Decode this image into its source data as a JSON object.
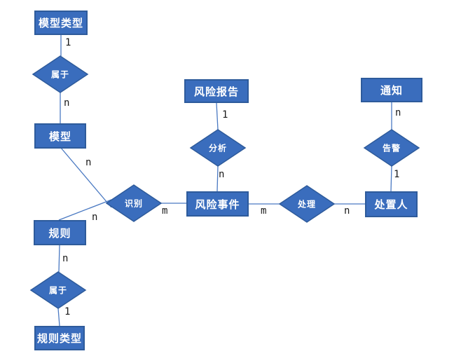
{
  "diagram": {
    "kind": "entity-relationship-diagram",
    "colors": {
      "node_fill": "#3a6dbd",
      "node_border": "#2e5b9b",
      "connector_line": "#4a79c2",
      "node_text": "#ffffff",
      "cardinality_text": "#1a1a1a",
      "background": "#ffffff"
    },
    "entities": [
      {
        "id": "model-type",
        "label": "模型类型"
      },
      {
        "id": "model",
        "label": "模型"
      },
      {
        "id": "rule",
        "label": "规则"
      },
      {
        "id": "rule-type",
        "label": "规则类型"
      },
      {
        "id": "risk-report",
        "label": "风险报告"
      },
      {
        "id": "risk-event",
        "label": "风险事件"
      },
      {
        "id": "handler",
        "label": "处置人"
      },
      {
        "id": "notification",
        "label": "通知"
      }
    ],
    "relationships": [
      {
        "id": "belongs-to-top",
        "label": "属于"
      },
      {
        "id": "identify",
        "label": "识别"
      },
      {
        "id": "belongs-to-bottom",
        "label": "属于"
      },
      {
        "id": "analyze",
        "label": "分析"
      },
      {
        "id": "handle",
        "label": "处理"
      },
      {
        "id": "alert",
        "label": "告警"
      }
    ],
    "cardinalities": [
      {
        "edge": "model-type to belongs-to-top",
        "label": "1"
      },
      {
        "edge": "belongs-to-top to model",
        "label": "n"
      },
      {
        "edge": "model to identify",
        "label": "n"
      },
      {
        "edge": "rule to identify",
        "label": "n"
      },
      {
        "edge": "identify to risk-event",
        "label": "m"
      },
      {
        "edge": "rule to belongs-to-bottom",
        "label": "n"
      },
      {
        "edge": "belongs-to-bottom to rule-type",
        "label": "1"
      },
      {
        "edge": "risk-report to analyze",
        "label": "1"
      },
      {
        "edge": "analyze to risk-event",
        "label": "n"
      },
      {
        "edge": "risk-event to handle",
        "label": "m"
      },
      {
        "edge": "handle to handler",
        "label": "n"
      },
      {
        "edge": "notification to alert",
        "label": "n"
      },
      {
        "edge": "alert to handler",
        "label": "1"
      }
    ]
  }
}
